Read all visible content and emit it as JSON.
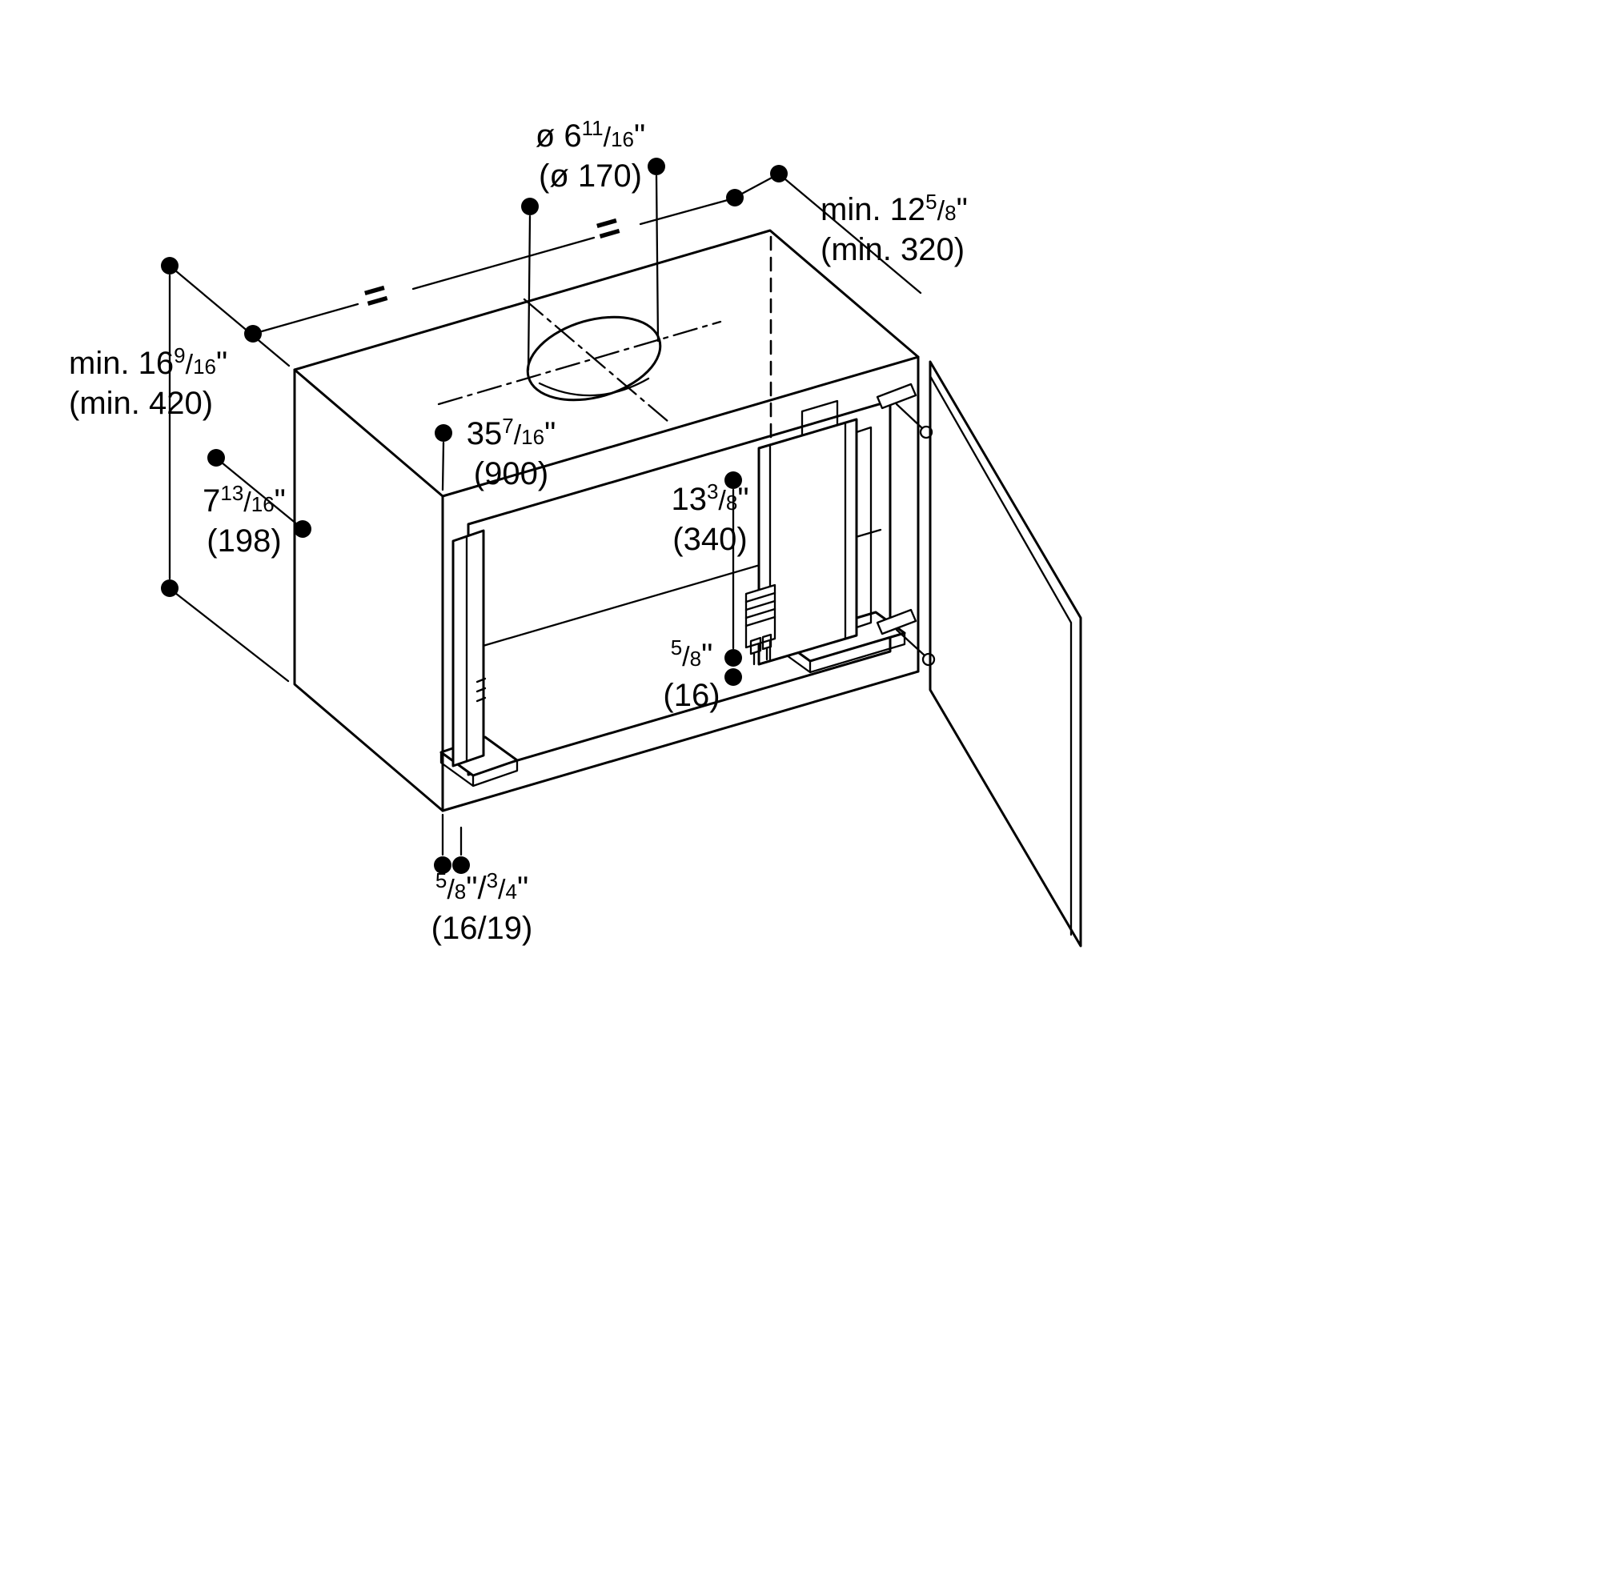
{
  "diagram": {
    "background": "#ffffff",
    "line_color": "#000000",
    "subject": "cabinet-duct-installation-dimension-drawing"
  },
  "sym": {
    "slash": "/",
    "inch": "\"",
    "equals": "="
  },
  "labels": {
    "duct_diameter": {
      "prefix": "ø 6",
      "num": "11",
      "den": "16",
      "metric": "(ø 170)"
    },
    "min_depth": {
      "prefix": "min. 12",
      "num": "5",
      "den": "8",
      "metric": "(min. 320)"
    },
    "min_height": {
      "prefix": "min. 16",
      "num": "9",
      "den": "16",
      "metric": "(min. 420)"
    },
    "width": {
      "prefix": "35",
      "num": "7",
      "den": "16",
      "metric": "(900)"
    },
    "left_offset": {
      "prefix": "7",
      "num": "13",
      "den": "16",
      "metric": "(198)"
    },
    "bracket_height": {
      "prefix": "13",
      "num": "3",
      "den": "8",
      "metric": "(340)"
    },
    "foot_thickness": {
      "num": "5",
      "den": "8",
      "metric": "(16)"
    },
    "panel_thickness": {
      "num1": "5",
      "den1": "8",
      "num2": "3",
      "den2": "4",
      "metric": "(16/19)"
    }
  }
}
